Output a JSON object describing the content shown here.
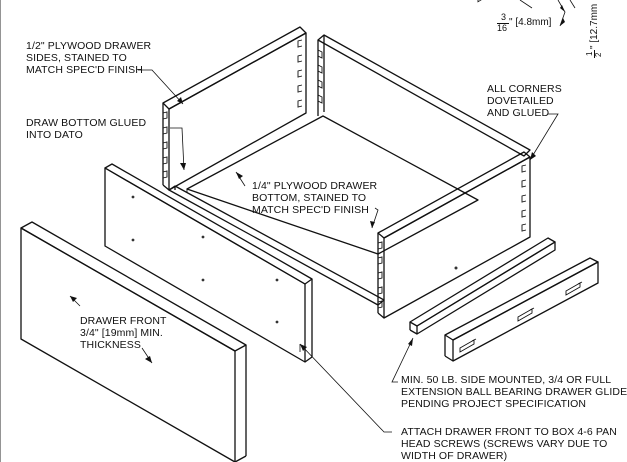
{
  "labels": {
    "drawer_sides": "1/2\" PLYWOOD DRAWER\nSIDES, STAINED TO\nMATCH SPEC'D FINISH",
    "draw_bottom": "DRAW BOTTOM GLUED\nINTO DATO",
    "corners": "ALL CORNERS\nDOVETAILED\nAND GLUED",
    "plywood_bottom": "1/4\" PLYWOOD DRAWER\nBOTTOM, STAINED TO\nMATCH SPEC'D FINISH",
    "drawer_front": "DRAWER FRONT\n3/4\" [19mm] MIN.\nTHICKNESS",
    "glide": "MIN. 50 LB. SIDE MOUNTED, 3/4 OR FULL\nEXTENSION BALL BEARING DRAWER GLIDE\nPENDING PROJECT SPECIFICATION",
    "attach": "ATTACH DRAWER FRONT TO BOX 4-6 PAN\nHEAD SCREWS (SCREWS VARY DUE TO\nWIDTH OF DRAWER)"
  },
  "dimensions": {
    "frac_top_num": "3",
    "frac_top_den": "16",
    "frac_top_mm": "\" [4.8mm]",
    "frac_side_num": "1",
    "frac_side_den": "2",
    "frac_side_mm": "\" [12.7mm"
  }
}
